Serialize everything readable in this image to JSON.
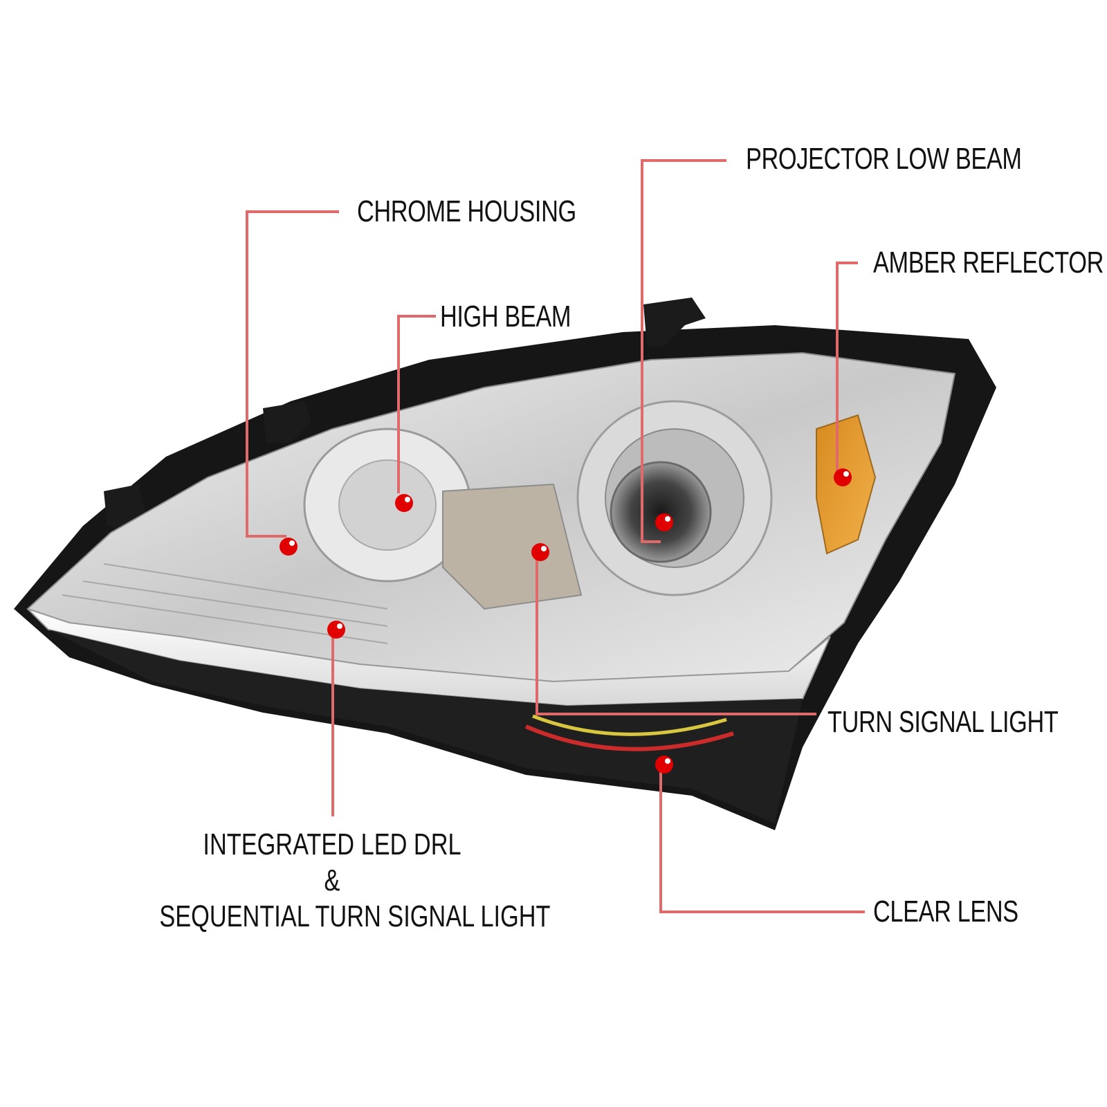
{
  "callouts": {
    "projector_low_beam": "PROJECTOR LOW BEAM",
    "chrome_housing": "CHROME HOUSING",
    "amber_reflector": "AMBER REFLECTOR",
    "high_beam": "HIGH BEAM",
    "turn_signal_light": "TURN SIGNAL LIGHT",
    "clear_lens": "CLEAR LENS",
    "drl_line1": "INTEGRATED LED DRL",
    "drl_line2": "&",
    "drl_line3": "SEQUENTIAL TURN SIGNAL LIGHT"
  },
  "colors": {
    "leader_line": "#e06a6a",
    "marker_dot": "#e00000",
    "label_text": "#111111"
  }
}
